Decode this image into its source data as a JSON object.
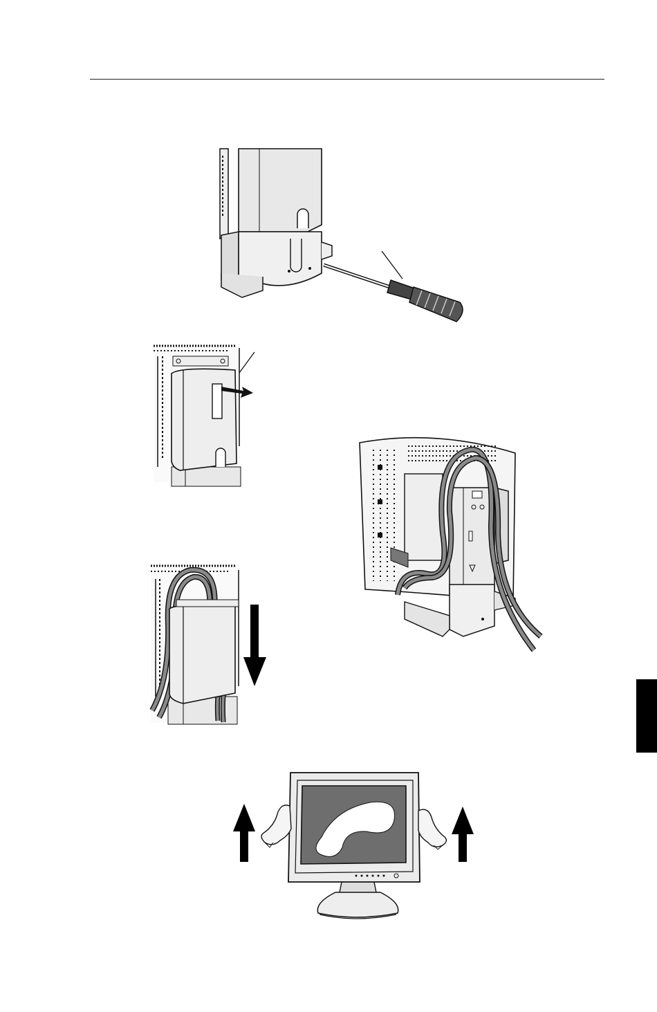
{
  "page": {
    "header_rule": true,
    "thumb_tab_color": "#000000"
  },
  "figures": [
    {
      "id": "remove-screw",
      "icons": [
        "monitor-stand-rear-icon",
        "screwdriver-icon",
        "callout-line-icon"
      ]
    },
    {
      "id": "remove-cable-cover",
      "icons": [
        "monitor-rear-icon",
        "cable-cover-icon",
        "pull-arrow-icon",
        "callout-line-icon"
      ]
    },
    {
      "id": "route-cables",
      "icons": [
        "monitor-rear-icon",
        "cables-icon",
        "stand-icon"
      ]
    },
    {
      "id": "replace-cable-cover",
      "icons": [
        "cable-cover-icon",
        "cables-icon",
        "down-arrow-icon"
      ]
    },
    {
      "id": "lift-monitor",
      "icons": [
        "monitor-front-icon",
        "hand-icon",
        "up-arrow-icon"
      ]
    }
  ],
  "colors": {
    "ink": "#111111",
    "panel_grey": "#e6e6e6",
    "screen_grey": "#6e6e6e",
    "cable_grey": "#8a8a8a"
  }
}
